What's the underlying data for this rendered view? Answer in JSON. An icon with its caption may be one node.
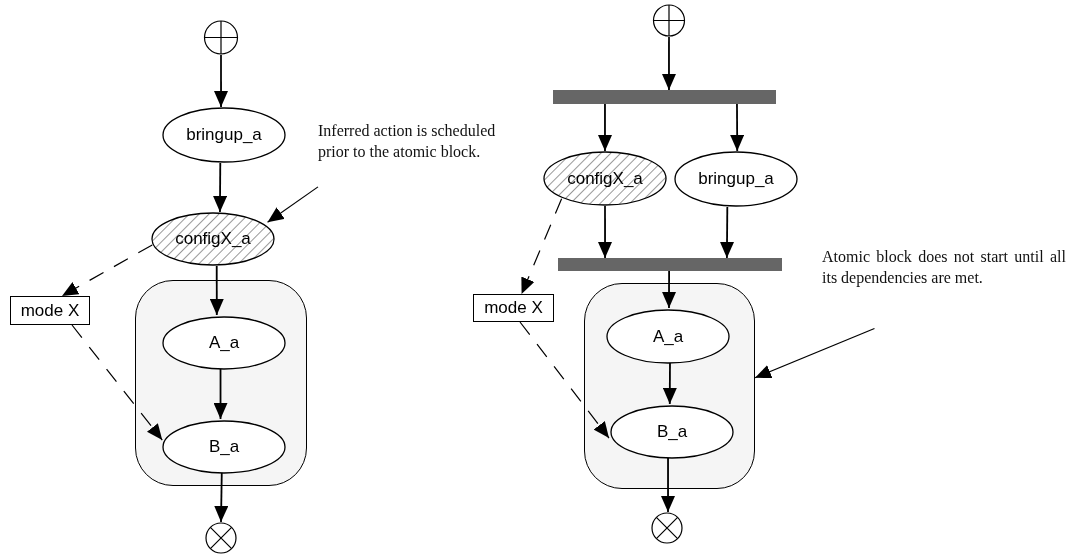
{
  "diagram": {
    "nodes": [
      {
        "text": [],
        "shape": "circle"
      },
      {
        "text": [
          "bringup_a"
        ]
      },
      {
        "text": [
          "configX_a"
        ]
      },
      {
        "text": [],
        "shape": "box"
      },
      {
        "text": [
          "A_a"
        ],
        "in": 3
      },
      {
        "text": [
          "B_a"
        ],
        "in": 3
      },
      {
        "text": [],
        "shape": "circle"
      },
      {
        "text": [
          "mode X"
        ]
      },
      {
        "text": [
          "Inferred action is scheduled prior to the atomic block."
        ]
      },
      {
        "text": [],
        "shape": "circle"
      },
      {
        "text": [],
        "shape": "bar"
      },
      {
        "text": [
          "configX_a"
        ]
      },
      {
        "text": [
          "bringup_a"
        ]
      },
      {
        "text": [],
        "shape": "bar"
      },
      {
        "text": [],
        "shape": "box"
      },
      {
        "text": [
          "A_a"
        ],
        "in": 14
      },
      {
        "text": [
          "B_a"
        ],
        "in": 14
      },
      {
        "text": [],
        "shape": "circle"
      },
      {
        "text": [
          "mode X"
        ]
      },
      {
        "text": [
          "Atomic block does not start until all its dependencies are met."
        ]
      }
    ],
    "edges": [
      {
        "from": 0,
        "to": 1,
        "arrow": "to"
      },
      {
        "from": 1,
        "to": 2,
        "arrow": "to"
      },
      {
        "from": 2,
        "to": 4,
        "arrow": "to"
      },
      {
        "from": 4,
        "to": 5,
        "arrow": "to"
      },
      {
        "from": 5,
        "to": 6,
        "arrow": "to"
      },
      {
        "from": 8,
        "to": 2,
        "arrow": "to"
      },
      {
        "from": 2,
        "to": 7,
        "arrow": "to",
        "style": "dashed"
      },
      {
        "from": 7,
        "to": 5,
        "arrow": "to",
        "style": "dashed"
      },
      {
        "from": 9,
        "to": 10,
        "arrow": "to"
      },
      {
        "from": 10,
        "to": 11,
        "arrow": "to"
      },
      {
        "from": 10,
        "to": 12,
        "arrow": "to"
      },
      {
        "from": 11,
        "to": 13,
        "arrow": "to"
      },
      {
        "from": 12,
        "to": 13,
        "arrow": "to"
      },
      {
        "from": 13,
        "to": 15,
        "arrow": "to"
      },
      {
        "from": 15,
        "to": 16,
        "arrow": "to"
      },
      {
        "from": 16,
        "to": 17,
        "arrow": "to"
      },
      {
        "from": 11,
        "to": 18,
        "arrow": "to",
        "style": "dashed"
      },
      {
        "from": 18,
        "to": 16,
        "arrow": "to",
        "style": "dashed"
      },
      {
        "from": 19,
        "to": 14,
        "arrow": "to"
      }
    ]
  }
}
